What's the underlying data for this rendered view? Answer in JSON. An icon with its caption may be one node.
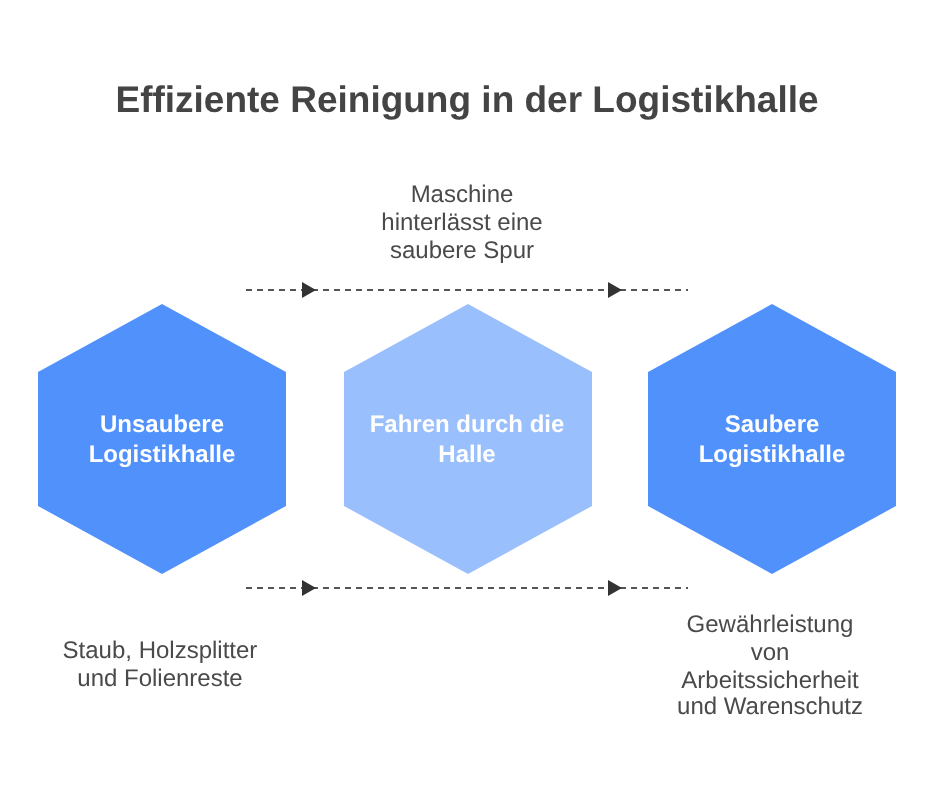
{
  "diagram": {
    "title": "Effiziente Reinigung in der Logistikhalle",
    "nodes": [
      {
        "text": [
          "Unsaubere Logistikhalle"
        ],
        "beside": [
          "Staub, Holzsplitter und Folienreste"
        ]
      },
      {
        "text": [
          "Fahren durch die Halle"
        ],
        "beside": [
          "Maschine hinterlässt eine saubere Spur"
        ]
      },
      {
        "text": [
          "Saubere Logistikhalle"
        ],
        "beside": [
          "Gewährleistung von Arbeitssicherheit und Warenschutz"
        ]
      }
    ]
  }
}
